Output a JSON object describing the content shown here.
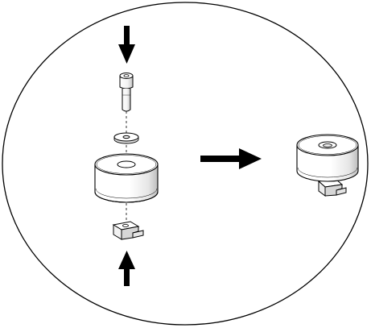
{
  "figure": {
    "background": "#ffffff",
    "line_color": "#000000",
    "arrow_color": "#000000",
    "shade_color": "#d9d9d9",
    "steps": [
      {
        "id": "exploded",
        "parts": [
          "cap-screw",
          "washer",
          "cylindrical-weight",
          "t-nut"
        ],
        "insert_arrows": [
          "down-from-top",
          "up-from-bottom"
        ]
      },
      {
        "id": "assembled",
        "parts": [
          "cylindrical-weight",
          "t-nut"
        ]
      }
    ],
    "transition_arrow": "right-arrow"
  }
}
